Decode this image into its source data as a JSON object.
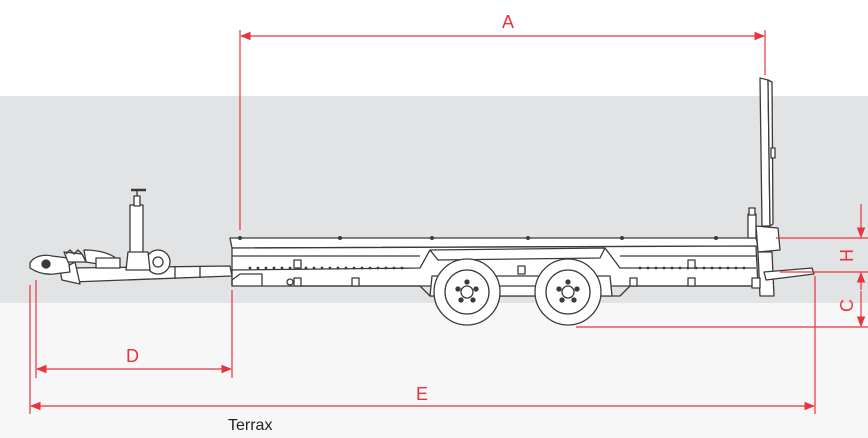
{
  "diagram": {
    "caption": "Terrax",
    "dimensions": {
      "a": "A",
      "b": "H",
      "c": "C",
      "d": "D",
      "e": "E"
    },
    "colors": {
      "band": "#e2e3e4",
      "dimension": "#e8343d",
      "outline": "#3a3a3a",
      "trailer_fill": "#ffffff"
    }
  }
}
